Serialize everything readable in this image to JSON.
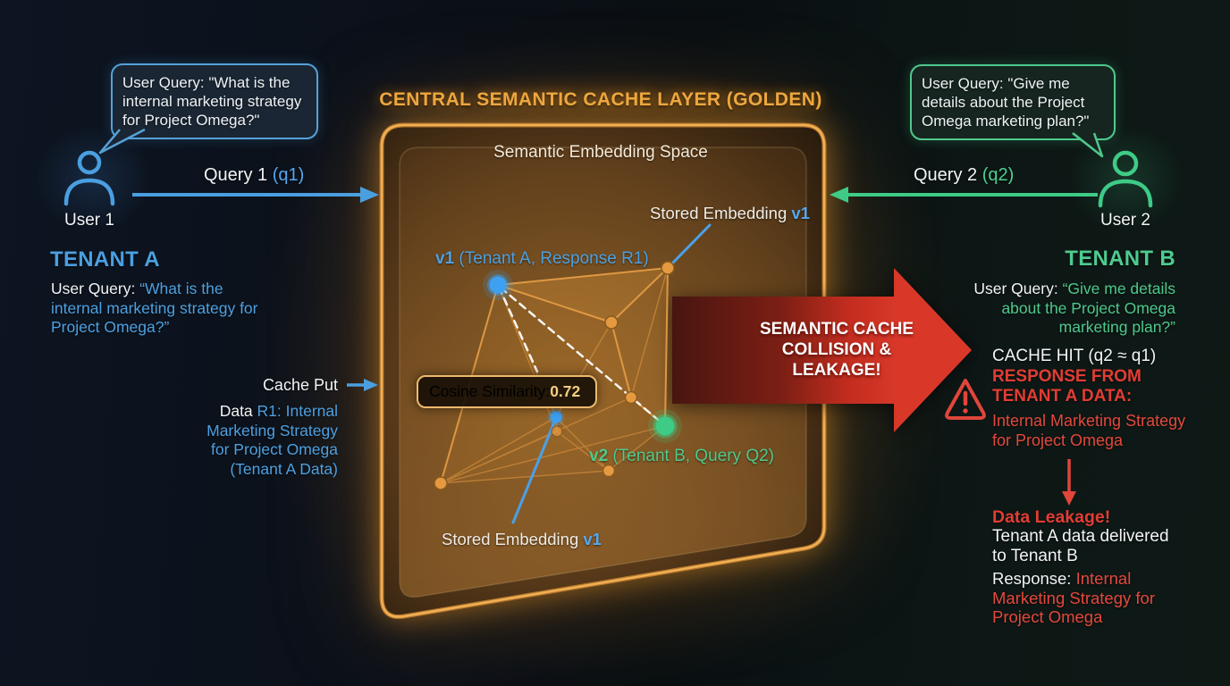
{
  "colors": {
    "blue": "#4da3e8",
    "green": "#4fca8e",
    "orange": "#e8a33c",
    "red": "#d9372a"
  },
  "header": {
    "title": "CENTRAL SEMANTIC CACHE LAYER (GOLDEN)"
  },
  "cache_box": {
    "space_label": "Semantic Embedding Space",
    "v1_point": {
      "bold": "v1",
      "rest": " (Tenant A, Response R1)"
    },
    "v2_point": {
      "bold": "v2",
      "rest": " (Tenant B, Query Q2)"
    },
    "stored_top": {
      "text": "Stored Embedding ",
      "em": "v1"
    },
    "stored_bottom": {
      "text": "Stored Embedding ",
      "em": "v1"
    },
    "cosine": {
      "label": "Cosine Similarity: ",
      "value": "0.72"
    }
  },
  "left": {
    "bubble_text": "User Query: \"What is the internal marketing strategy for Project Omega?\"",
    "user_label": "User 1",
    "query_arrow": {
      "plain": "Query 1 ",
      "accent": "(q1)"
    },
    "tenant_heading": "TENANT A",
    "query_prefix": "User Query: ",
    "query_quote": "“What is the internal marketing strategy for Project Omega?”",
    "cache_put": "Cache Put",
    "data_prefix": "Data ",
    "data_text": "R1: Internal Marketing Strategy for Project Omega (Tenant A Data)"
  },
  "collision_arrow": {
    "l1": "SEMANTIC CACHE",
    "l2": "COLLISION &",
    "l3": "LEAKAGE!"
  },
  "right": {
    "bubble_text": "User Query: \"Give me details about the Project Omega marketing plan?\"",
    "user_label": "User 2",
    "query_arrow": {
      "plain": "Query 2 ",
      "accent": "(q2)"
    },
    "tenant_heading": "TENANT B",
    "query_prefix": "User Query: ",
    "query_quote": "“Give me details about the Project Omega marketing plan?”",
    "cache_hit": "CACHE HIT (q2 ≈ q1)",
    "response_bold": "RESPONSE FROM TENANT A DATA:",
    "response_text": "Internal Marketing Strategy for Project Omega",
    "leakage_heading": "Data Leakage!",
    "leakage_text": "Tenant A data delivered to Tenant B",
    "response_prefix": "Response: ",
    "response_value": "Internal Marketing Strategy for Project Omega"
  }
}
